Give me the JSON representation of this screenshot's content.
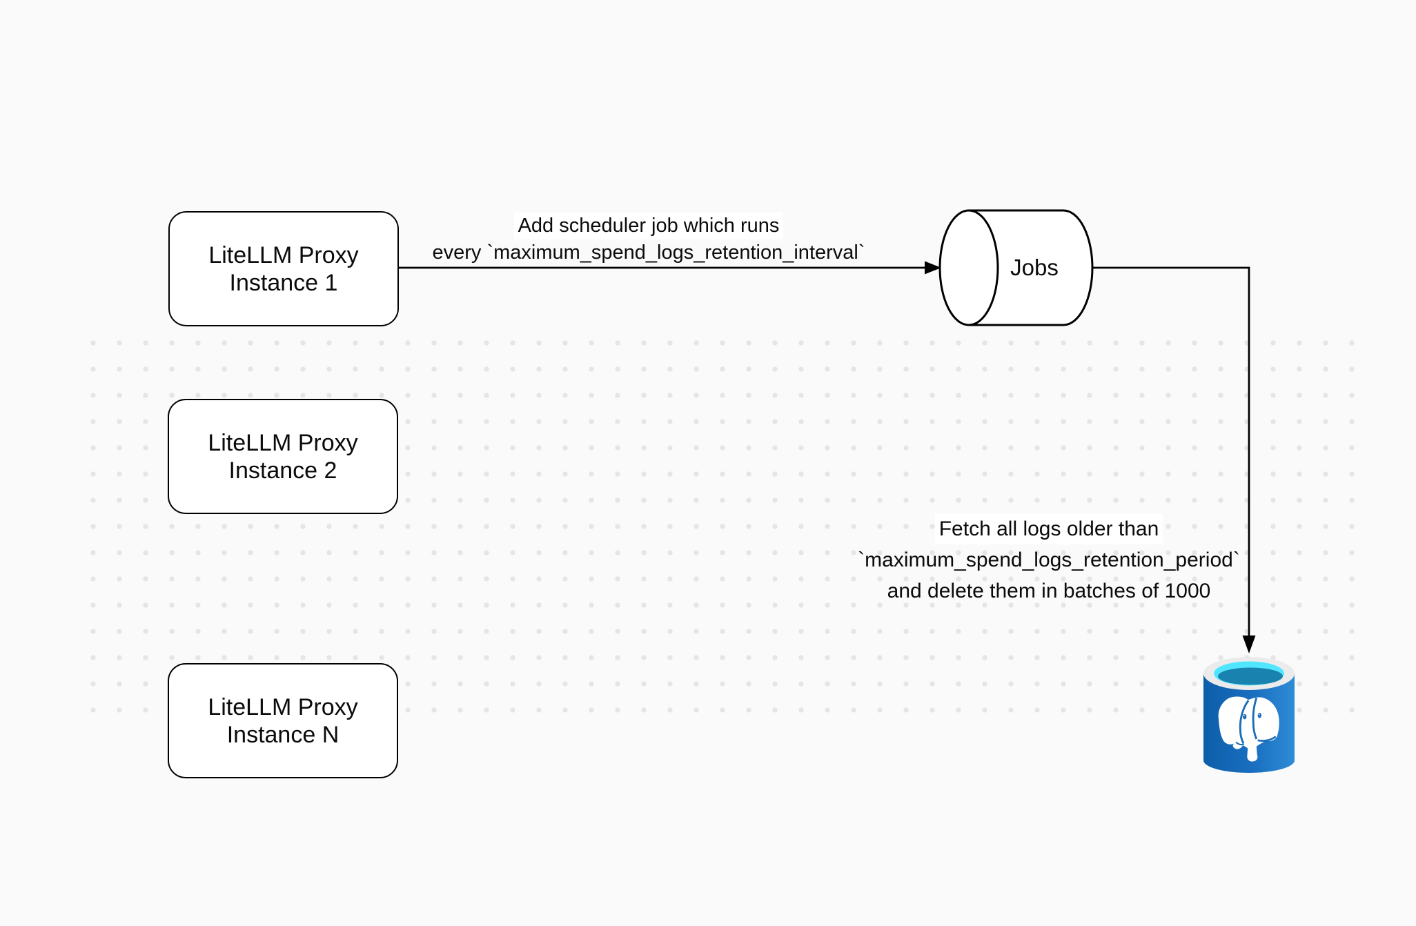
{
  "diagram": {
    "nodes": {
      "proxy1": {
        "label": "LiteLLM Proxy\nInstance 1"
      },
      "proxy2": {
        "label": "LiteLLM Proxy\nInstance 2"
      },
      "proxyN": {
        "label": "LiteLLM Proxy\nInstance N"
      },
      "jobs": {
        "label": "Jobs"
      },
      "postgres": {
        "icon": "postgresql-database-icon"
      }
    },
    "edge_labels": {
      "scheduler": {
        "line1": "Add scheduler job which runs",
        "line2": "every `maximum_spend_logs_retention_interval`"
      },
      "fetch": {
        "line1": "Fetch all logs older than",
        "line2": "`maximum_spend_logs_retention_period`",
        "line3": "and delete them in batches of 1000"
      }
    },
    "colors": {
      "canvas_background": "#fafafa",
      "grid_dot": "#e5e5e5",
      "shape_stroke": "#000000",
      "shape_fill": "#ffffff",
      "text": "#0b0b0b",
      "postgres_body_dark": "#0d5ea9",
      "postgres_body_light": "#2e8cd6",
      "postgres_rim": "#ebebeb",
      "postgres_top_cyan": "#50e6ff",
      "postgres_top_shadow": "#1a82ae",
      "postgres_elephant": "#ffffff"
    }
  }
}
